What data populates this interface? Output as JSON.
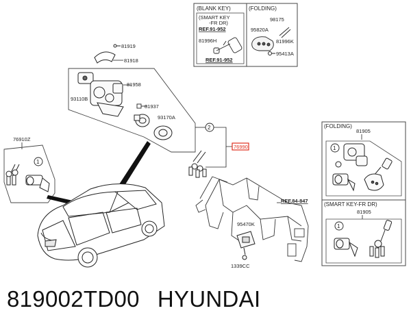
{
  "colors": {
    "line": "#222222",
    "highlight": "#e0301e",
    "box": "#444444"
  },
  "labels": {
    "l81919": "81919",
    "l81918": "81918",
    "l81958": "81958",
    "l93110B": "93110B",
    "l81937": "81937",
    "l93170A": "93170A",
    "l76910Z": "76910Z",
    "c1": "1",
    "c2": "2",
    "highlighted": "76990",
    "ref84847": "REF.84-847",
    "l95470K": "95470K",
    "l1339CC": "1339CC"
  },
  "box_blank_key": {
    "title": "(BLANK KEY)",
    "inner_title_1": "(SMART KEY",
    "inner_title_2": "-FR DR)",
    "ref_top": "REF.91-952",
    "part": "81996H",
    "ref_bottom": "REF.91-952"
  },
  "box_folding_top": {
    "title": "(FOLDING)",
    "p1": "98175",
    "p2": "95820A",
    "p3": "81996K",
    "p4": "95413A"
  },
  "box_folding_right": {
    "title": "(FOLDING)",
    "part": "81905",
    "callout": "1"
  },
  "box_smart_key": {
    "title": "(SMART KEY-FR DR)",
    "part": "81905",
    "callout": "1"
  },
  "caption": {
    "part_number": "819002TD00",
    "brand": "HYUNDAI"
  }
}
